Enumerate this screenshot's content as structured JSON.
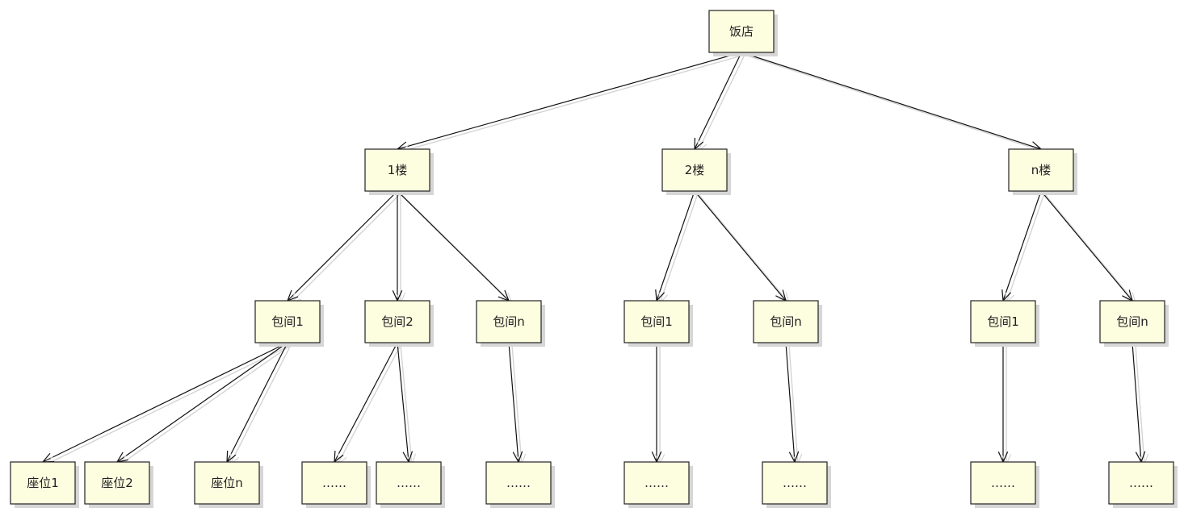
{
  "diagram": {
    "nodes": [
      {
        "id": "root",
        "label": "饭店"
      },
      {
        "id": "f1",
        "label": "1楼"
      },
      {
        "id": "f2",
        "label": "2楼"
      },
      {
        "id": "fn",
        "label": "n楼"
      },
      {
        "id": "f1r1",
        "label": "包间1"
      },
      {
        "id": "f1r2",
        "label": "包间2"
      },
      {
        "id": "f1rn",
        "label": "包间n"
      },
      {
        "id": "f2r1",
        "label": "包间1"
      },
      {
        "id": "f2rn",
        "label": "包间n"
      },
      {
        "id": "fnr1",
        "label": "包间1"
      },
      {
        "id": "fnrn",
        "label": "包间n"
      },
      {
        "id": "s1",
        "label": "座位1"
      },
      {
        "id": "s2",
        "label": "座位2"
      },
      {
        "id": "sn",
        "label": "座位n"
      },
      {
        "id": "e1",
        "label": "……"
      },
      {
        "id": "e2",
        "label": "……"
      },
      {
        "id": "e3",
        "label": "……"
      },
      {
        "id": "e4",
        "label": "……"
      },
      {
        "id": "e5",
        "label": "……"
      },
      {
        "id": "e6",
        "label": "……"
      },
      {
        "id": "e7",
        "label": "……"
      }
    ],
    "edges": [
      {
        "from": "root",
        "to": "f1"
      },
      {
        "from": "root",
        "to": "f2"
      },
      {
        "from": "root",
        "to": "fn"
      },
      {
        "from": "f1",
        "to": "f1r1"
      },
      {
        "from": "f1",
        "to": "f1r2"
      },
      {
        "from": "f1",
        "to": "f1rn"
      },
      {
        "from": "f2",
        "to": "f2r1"
      },
      {
        "from": "f2",
        "to": "f2rn"
      },
      {
        "from": "fn",
        "to": "fnr1"
      },
      {
        "from": "fn",
        "to": "fnrn"
      },
      {
        "from": "f1r1",
        "to": "s1"
      },
      {
        "from": "f1r1",
        "to": "s2"
      },
      {
        "from": "f1r1",
        "to": "sn"
      },
      {
        "from": "f1r2",
        "to": "e1"
      },
      {
        "from": "f1r2",
        "to": "e2"
      },
      {
        "from": "f1rn",
        "to": "e3"
      },
      {
        "from": "f2r1",
        "to": "e4"
      },
      {
        "from": "f2rn",
        "to": "e5"
      },
      {
        "from": "fnr1",
        "to": "e6"
      },
      {
        "from": "fnrn",
        "to": "e7"
      }
    ],
    "colors": {
      "node_fill": "#fdfde0",
      "node_border": "#222222",
      "edge": "#111111",
      "shadow": "#d4d4d4"
    }
  }
}
